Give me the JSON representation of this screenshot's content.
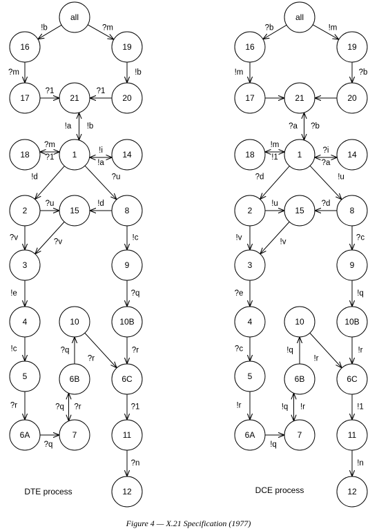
{
  "caption": "Figure 4 — X.21 Specification (1977)",
  "panels": [
    {
      "id": "dte",
      "title": "DTE process",
      "states": [
        "all",
        "16",
        "19",
        "17",
        "21",
        "20",
        "18",
        "1",
        "14",
        "2",
        "15",
        "8",
        "3",
        "9",
        "4",
        "10",
        "10B",
        "5",
        "6B",
        "6C",
        "6A",
        "7",
        "11",
        "12"
      ],
      "edges": [
        {
          "from": "all",
          "to": "16",
          "label": "!b"
        },
        {
          "from": "all",
          "to": "19",
          "label": "?m"
        },
        {
          "from": "16",
          "to": "17",
          "label": "?m"
        },
        {
          "from": "19",
          "to": "20",
          "label": "!b"
        },
        {
          "from": "17",
          "to": "21",
          "label": "?1"
        },
        {
          "from": "20",
          "to": "21",
          "label": "?1"
        },
        {
          "from": "21",
          "to": "1",
          "label": "!a"
        },
        {
          "from": "1",
          "to": "21",
          "label": "!b"
        },
        {
          "from": "1",
          "to": "18",
          "label": "?m"
        },
        {
          "from": "18",
          "to": "1",
          "label": "?1"
        },
        {
          "from": "1",
          "to": "14",
          "label": "!i"
        },
        {
          "from": "14",
          "to": "1",
          "label": "!a"
        },
        {
          "from": "1",
          "to": "2",
          "label": "!d"
        },
        {
          "from": "1",
          "to": "8",
          "label": "?u"
        },
        {
          "from": "2",
          "to": "15",
          "label": "?u"
        },
        {
          "from": "8",
          "to": "15",
          "label": "!d"
        },
        {
          "from": "2",
          "to": "3",
          "label": "?v"
        },
        {
          "from": "15",
          "to": "3",
          "label": "?v"
        },
        {
          "from": "8",
          "to": "9",
          "label": "!c"
        },
        {
          "from": "3",
          "to": "4",
          "label": "!e"
        },
        {
          "from": "9",
          "to": "10B",
          "label": "?q"
        },
        {
          "from": "4",
          "to": "5",
          "label": "!c"
        },
        {
          "from": "10",
          "to": "6C",
          "label": "?r"
        },
        {
          "from": "10B",
          "to": "6C",
          "label": "?r"
        },
        {
          "from": "6B",
          "to": "10",
          "label": "?q"
        },
        {
          "from": "5",
          "to": "6A",
          "label": "?r"
        },
        {
          "from": "6B",
          "to": "7",
          "label": "?q"
        },
        {
          "from": "7",
          "to": "6B",
          "label": "?r"
        },
        {
          "from": "6A",
          "to": "7",
          "label": "?q"
        },
        {
          "from": "6C",
          "to": "11",
          "label": "?1"
        },
        {
          "from": "11",
          "to": "12",
          "label": "?n"
        }
      ]
    },
    {
      "id": "dce",
      "title": "DCE process",
      "states": [
        "all",
        "16",
        "19",
        "17",
        "21",
        "20",
        "18",
        "1",
        "14",
        "2",
        "15",
        "8",
        "3",
        "9",
        "4",
        "10",
        "10B",
        "5",
        "6B",
        "6C",
        "6A",
        "7",
        "11",
        "12"
      ],
      "edges": [
        {
          "from": "all",
          "to": "16",
          "label": "?b"
        },
        {
          "from": "all",
          "to": "19",
          "label": "!m"
        },
        {
          "from": "16",
          "to": "17",
          "label": "!m"
        },
        {
          "from": "19",
          "to": "20",
          "label": "?b"
        },
        {
          "from": "17",
          "to": "21",
          "label": ""
        },
        {
          "from": "20",
          "to": "21",
          "label": ""
        },
        {
          "from": "21",
          "to": "1",
          "label": "?a"
        },
        {
          "from": "1",
          "to": "21",
          "label": "?b"
        },
        {
          "from": "1",
          "to": "18",
          "label": "!m"
        },
        {
          "from": "18",
          "to": "1",
          "label": "!1"
        },
        {
          "from": "1",
          "to": "14",
          "label": "?i"
        },
        {
          "from": "14",
          "to": "1",
          "label": "?a"
        },
        {
          "from": "1",
          "to": "2",
          "label": "?d"
        },
        {
          "from": "1",
          "to": "8",
          "label": "!u"
        },
        {
          "from": "2",
          "to": "15",
          "label": "!u"
        },
        {
          "from": "8",
          "to": "15",
          "label": "?d"
        },
        {
          "from": "2",
          "to": "3",
          "label": "!v"
        },
        {
          "from": "15",
          "to": "3",
          "label": "!v"
        },
        {
          "from": "8",
          "to": "9",
          "label": "?c"
        },
        {
          "from": "3",
          "to": "4",
          "label": "?e"
        },
        {
          "from": "9",
          "to": "10B",
          "label": "!q"
        },
        {
          "from": "4",
          "to": "5",
          "label": "?c"
        },
        {
          "from": "10",
          "to": "6C",
          "label": "!r"
        },
        {
          "from": "10B",
          "to": "6C",
          "label": "!r"
        },
        {
          "from": "6B",
          "to": "10",
          "label": "!q"
        },
        {
          "from": "5",
          "to": "6A",
          "label": "!r"
        },
        {
          "from": "6B",
          "to": "7",
          "label": "!q"
        },
        {
          "from": "7",
          "to": "6B",
          "label": "!r"
        },
        {
          "from": "6A",
          "to": "7",
          "label": "!q"
        },
        {
          "from": "6C",
          "to": "11",
          "label": "!1"
        },
        {
          "from": "11",
          "to": "12",
          "label": "!n"
        }
      ]
    }
  ]
}
